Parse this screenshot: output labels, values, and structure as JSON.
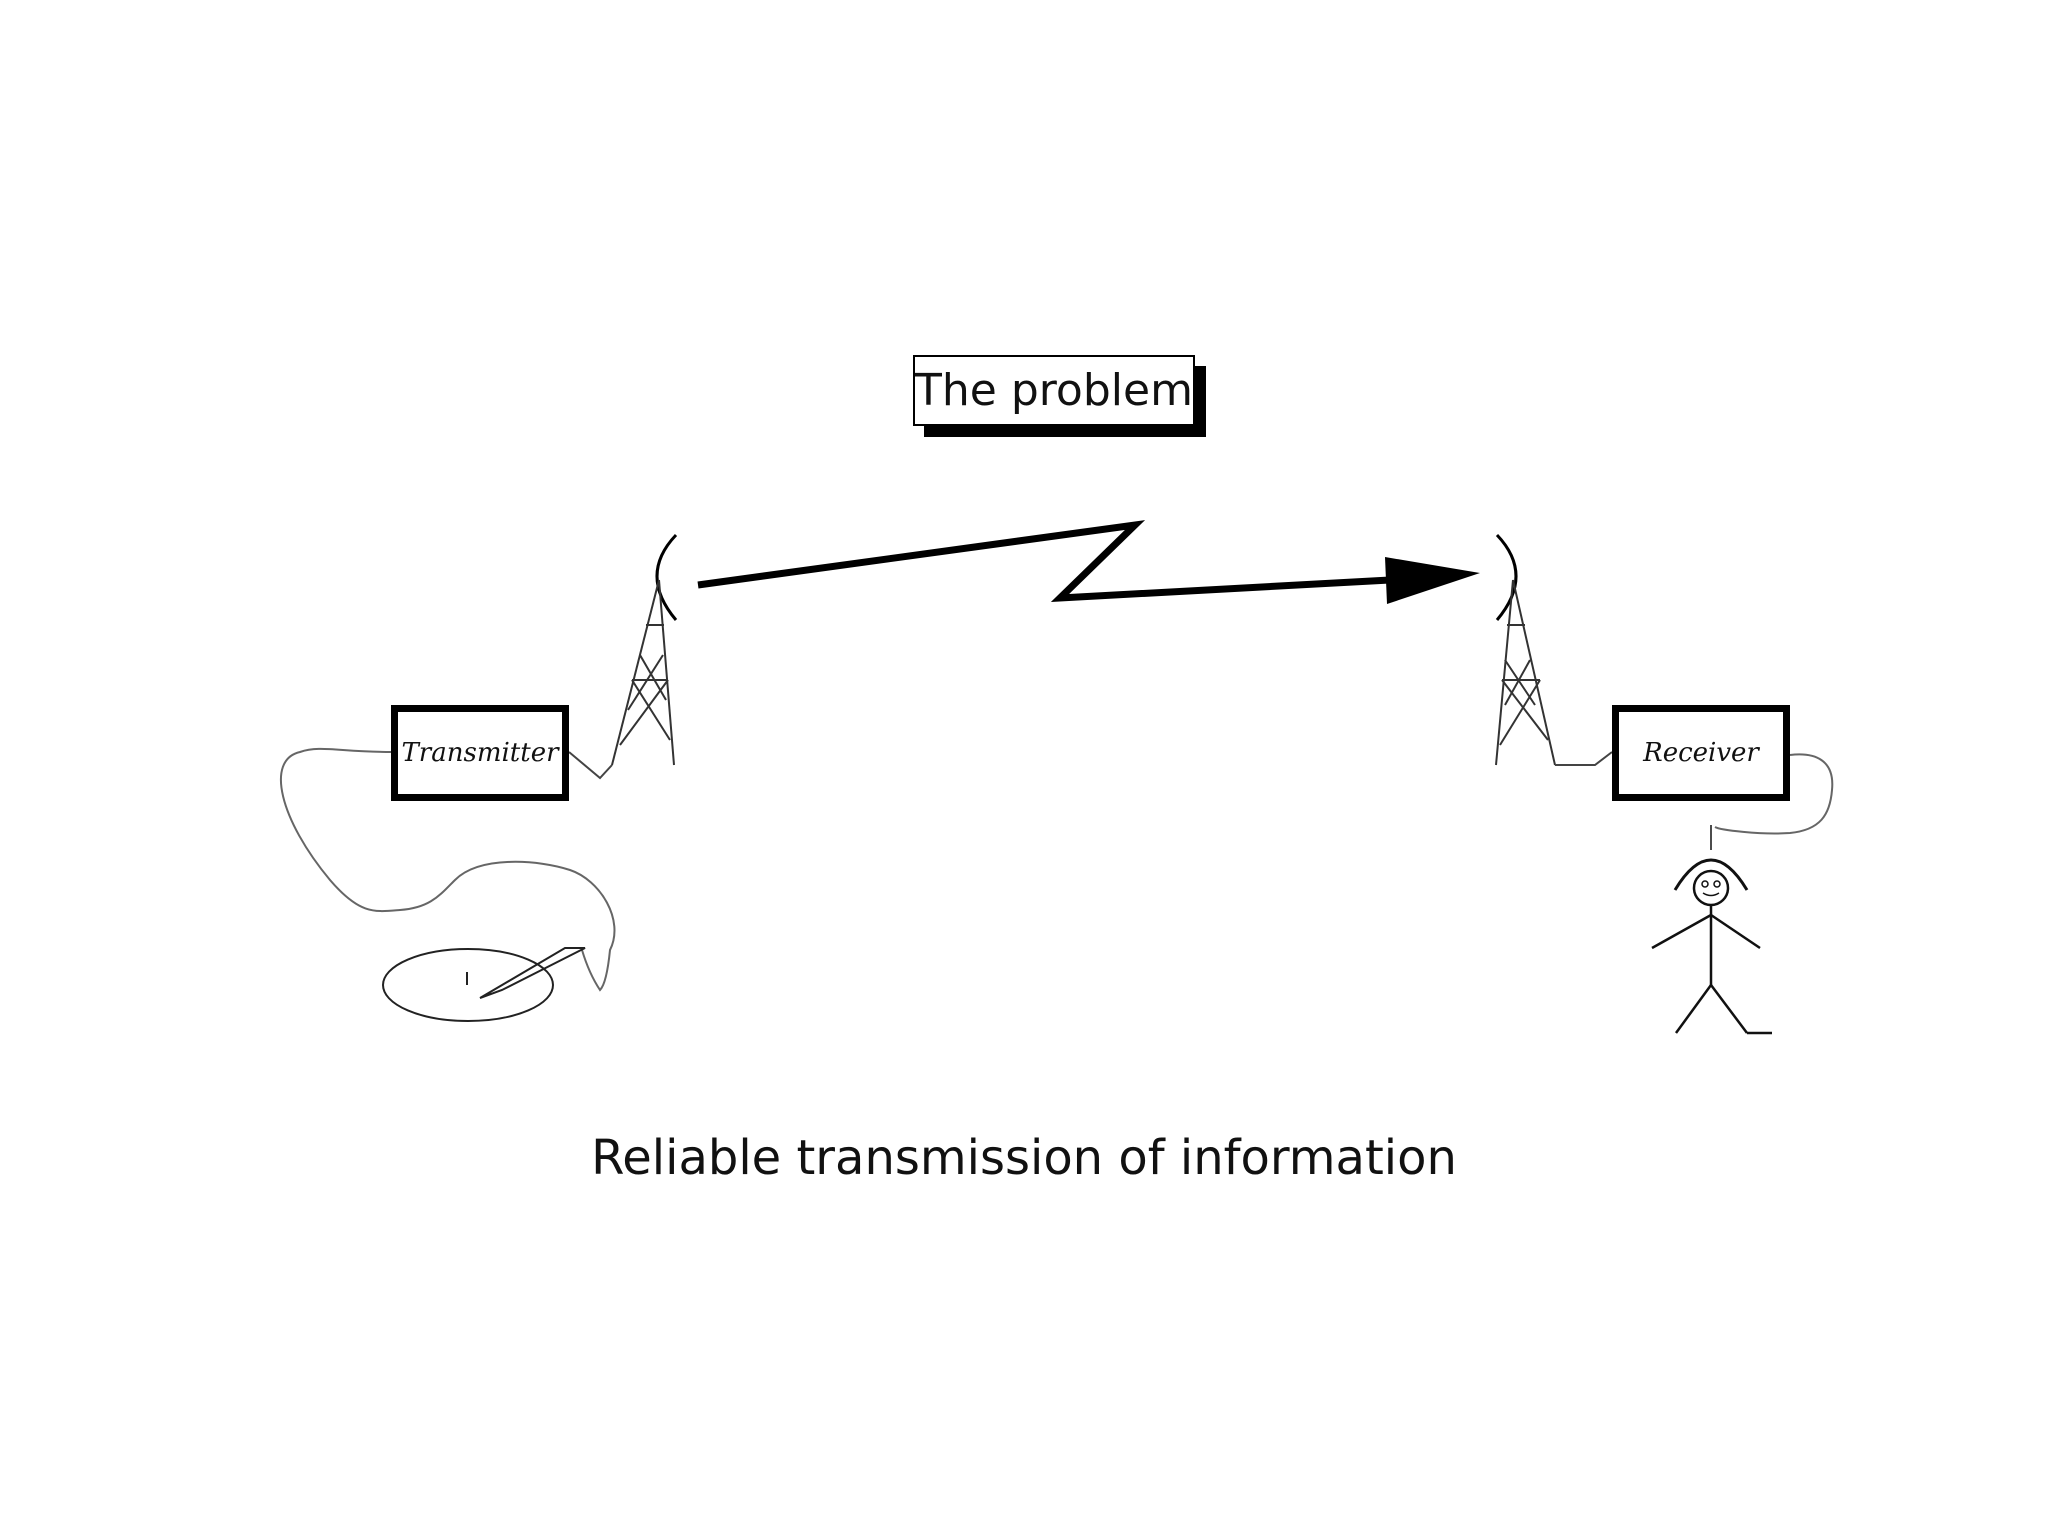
{
  "title": "The problem",
  "transmitter": {
    "label": "Transmitter"
  },
  "receiver": {
    "label": "Receiver"
  },
  "caption": "Reliable transmission of information"
}
